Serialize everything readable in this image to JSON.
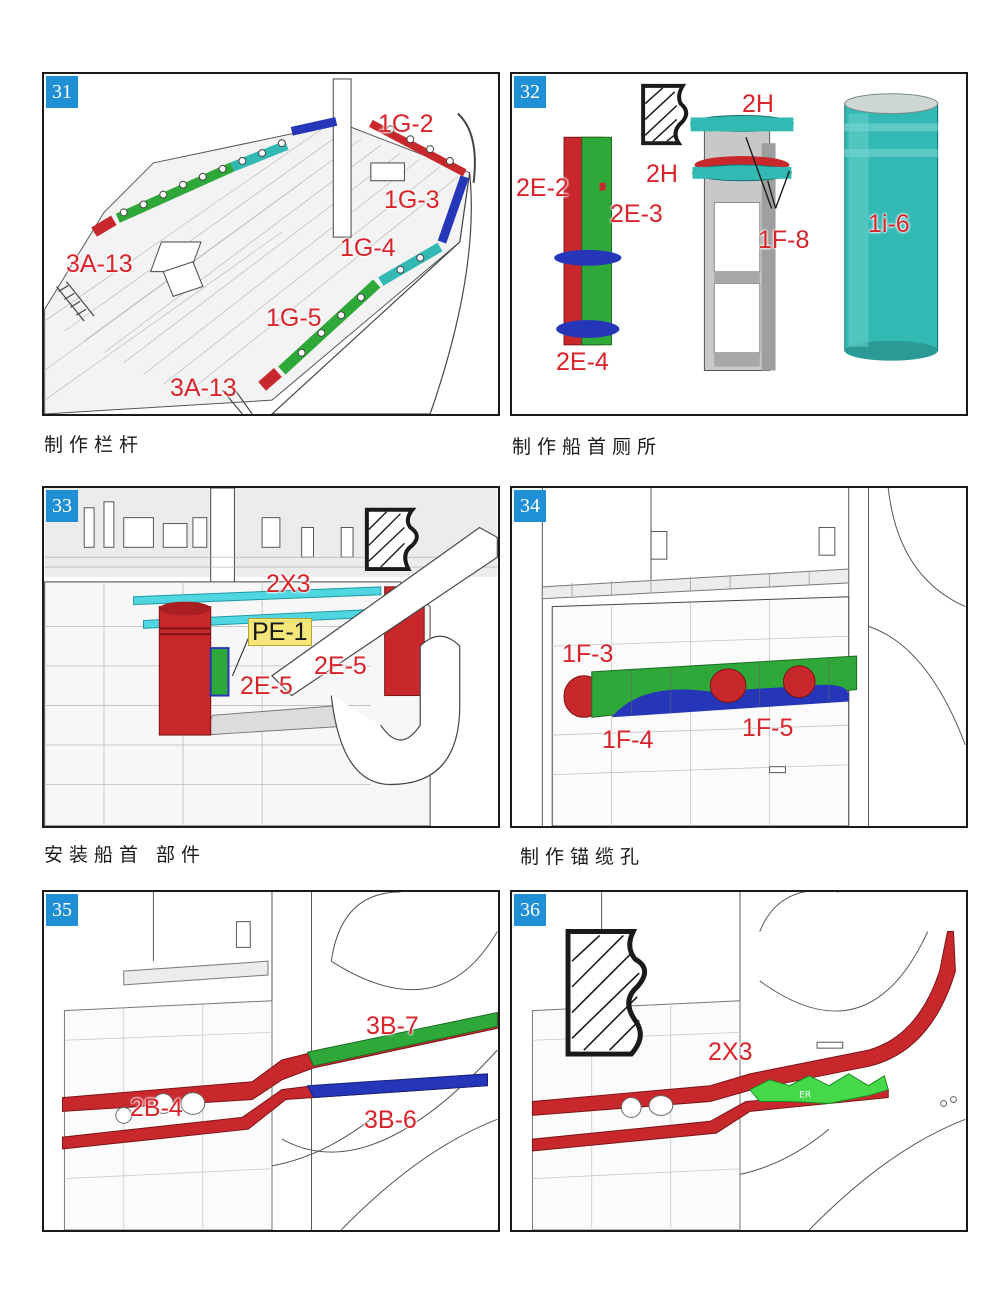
{
  "panels": [
    {
      "number": "31",
      "caption": "制作栏杆",
      "labels": [
        "1G-2",
        "1G-3",
        "1G-4",
        "1G-5",
        "3A-13",
        "3A-13"
      ]
    },
    {
      "number": "32",
      "caption": "制作船首厕所",
      "labels": [
        "2H",
        "2H",
        "2E-2",
        "2E-3",
        "1F-8",
        "1i-6",
        "2E-4"
      ]
    },
    {
      "number": "33",
      "caption": "安装船首 部件",
      "labels": [
        "2X3",
        "PE-1",
        "2E-5",
        "2E-5"
      ]
    },
    {
      "number": "34",
      "caption": "制作锚缆孔",
      "labels": [
        "1F-3",
        "1F-4",
        "1F-5"
      ]
    },
    {
      "number": "35",
      "caption": "",
      "labels": [
        "3B-7",
        "2B-4",
        "3B-6"
      ]
    },
    {
      "number": "36",
      "caption": "",
      "labels": [
        "2X3"
      ]
    }
  ],
  "colors": {
    "part_red": "#c8282c",
    "part_green": "#2fa83a",
    "part_blue": "#2536b8",
    "part_cyan": "#33b9b4",
    "badge_blue": "#1f8fd6",
    "label_red": "#d8232a"
  }
}
